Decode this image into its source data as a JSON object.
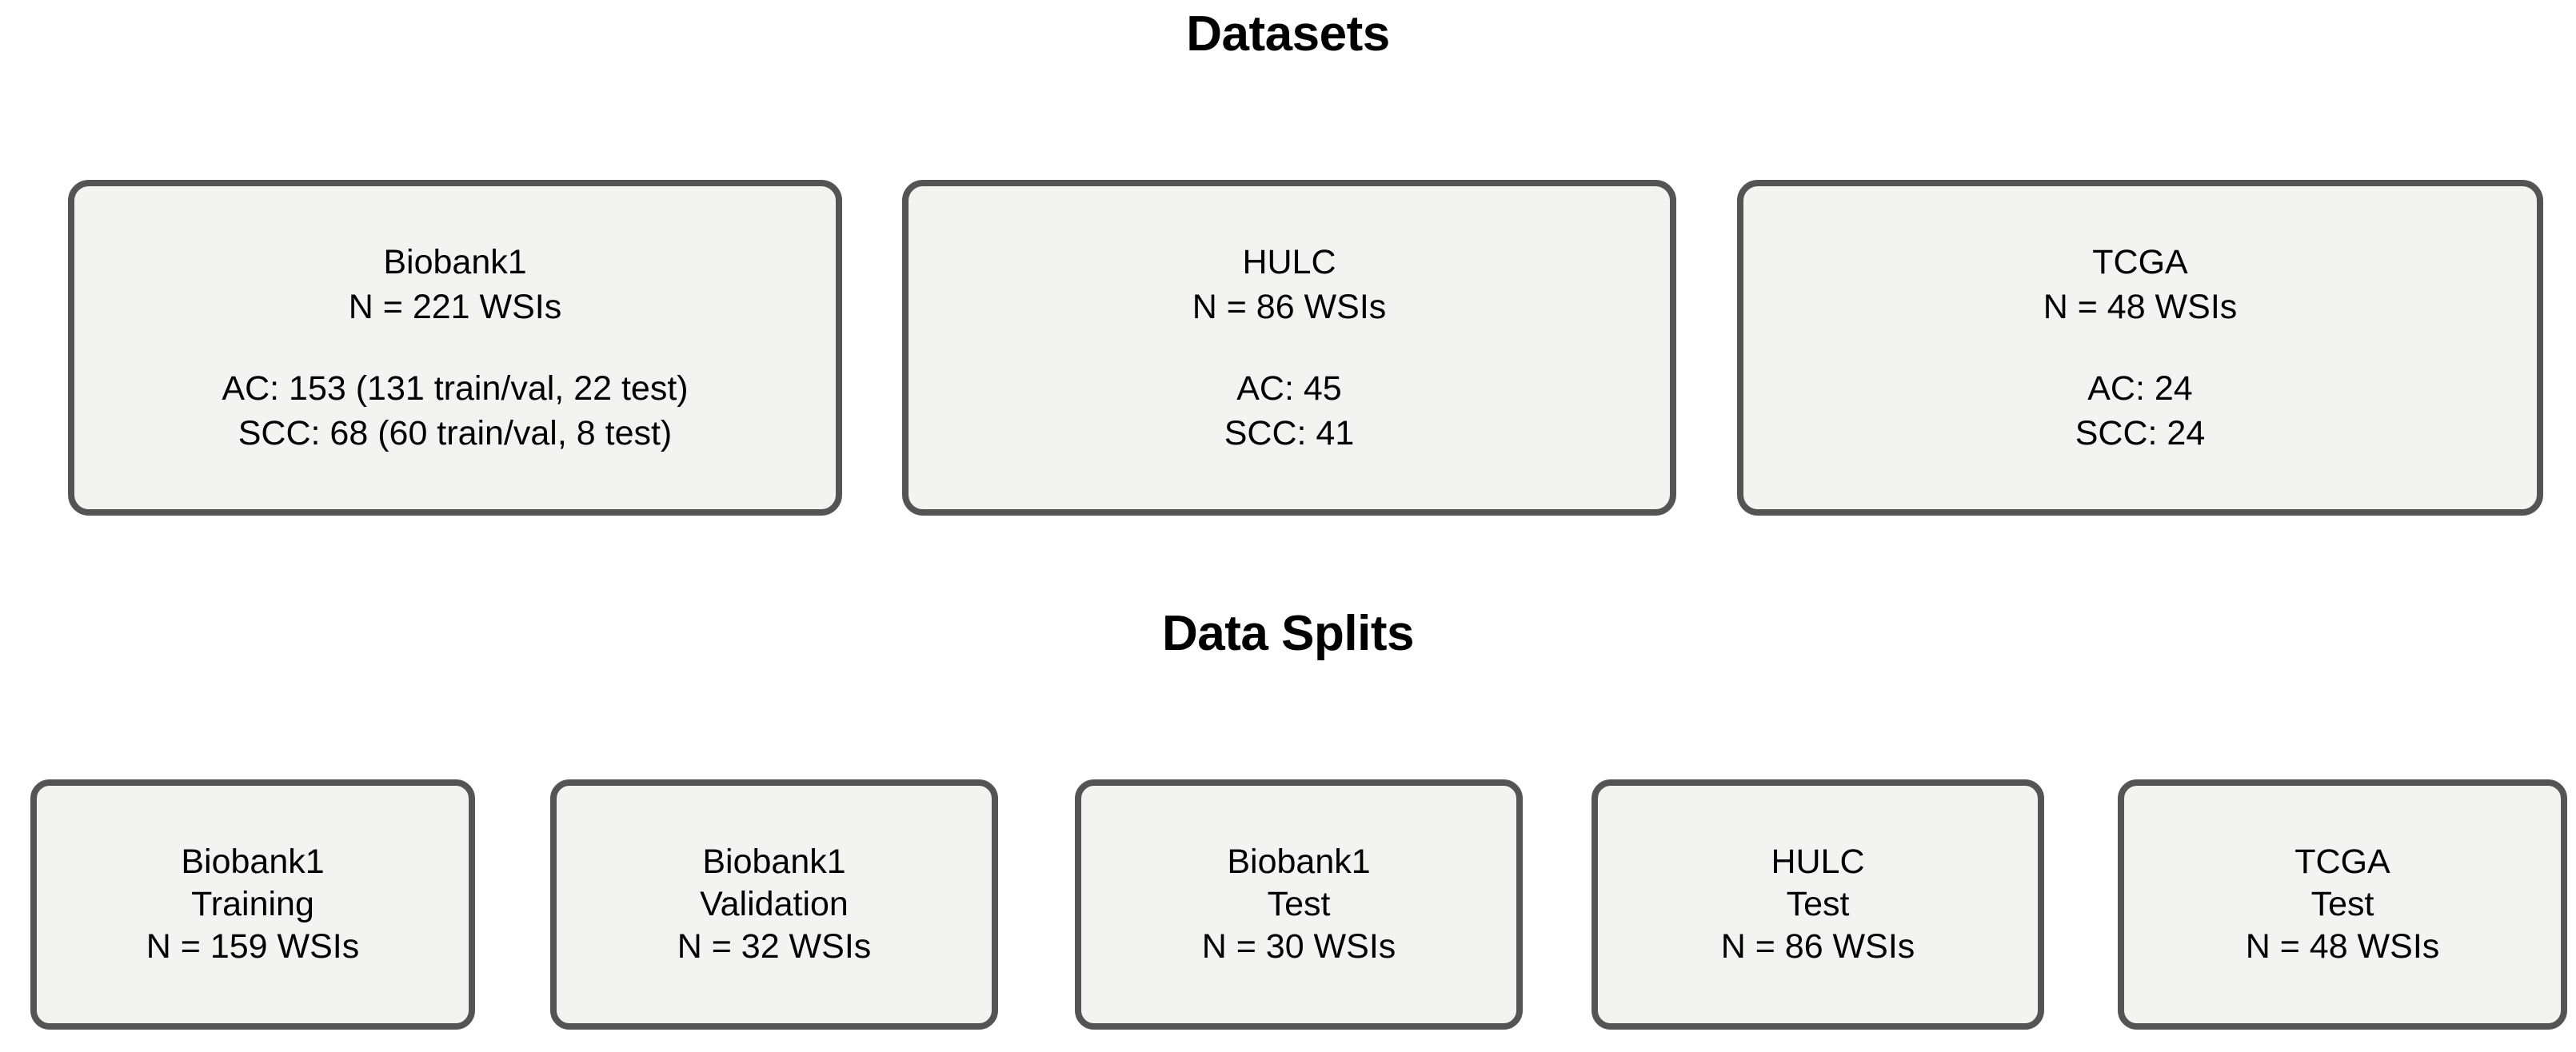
{
  "diagram": {
    "background_color": "#ffffff",
    "box_fill_color": "#f3f3f1",
    "box_border_color": "#545454",
    "text_color": "#000000"
  },
  "sections": {
    "datasets": {
      "title": "Datasets",
      "boxes": [
        {
          "name": "Biobank1",
          "count_line": "N = 221 WSIs",
          "detail_1": "AC: 153 (131 train/val, 22 test)",
          "detail_2": "SCC: 68 (60 train/val, 8 test)"
        },
        {
          "name": "HULC",
          "count_line": "N = 86 WSIs",
          "detail_1": "AC: 45",
          "detail_2": "SCC: 41"
        },
        {
          "name": "TCGA",
          "count_line": "N = 48 WSIs",
          "detail_1": "AC: 24",
          "detail_2": "SCC: 24"
        }
      ]
    },
    "data_splits": {
      "title": "Data Splits",
      "boxes": [
        {
          "dataset": "Biobank1",
          "split": "Training",
          "count_line": "N = 159 WSIs"
        },
        {
          "dataset": "Biobank1",
          "split": "Validation",
          "count_line": "N = 32 WSIs"
        },
        {
          "dataset": "Biobank1",
          "split": "Test",
          "count_line": "N = 30 WSIs"
        },
        {
          "dataset": "HULC",
          "split": "Test",
          "count_line": "N = 86 WSIs"
        },
        {
          "dataset": "TCGA",
          "split": "Test",
          "count_line": "N = 48 WSIs"
        }
      ]
    }
  }
}
